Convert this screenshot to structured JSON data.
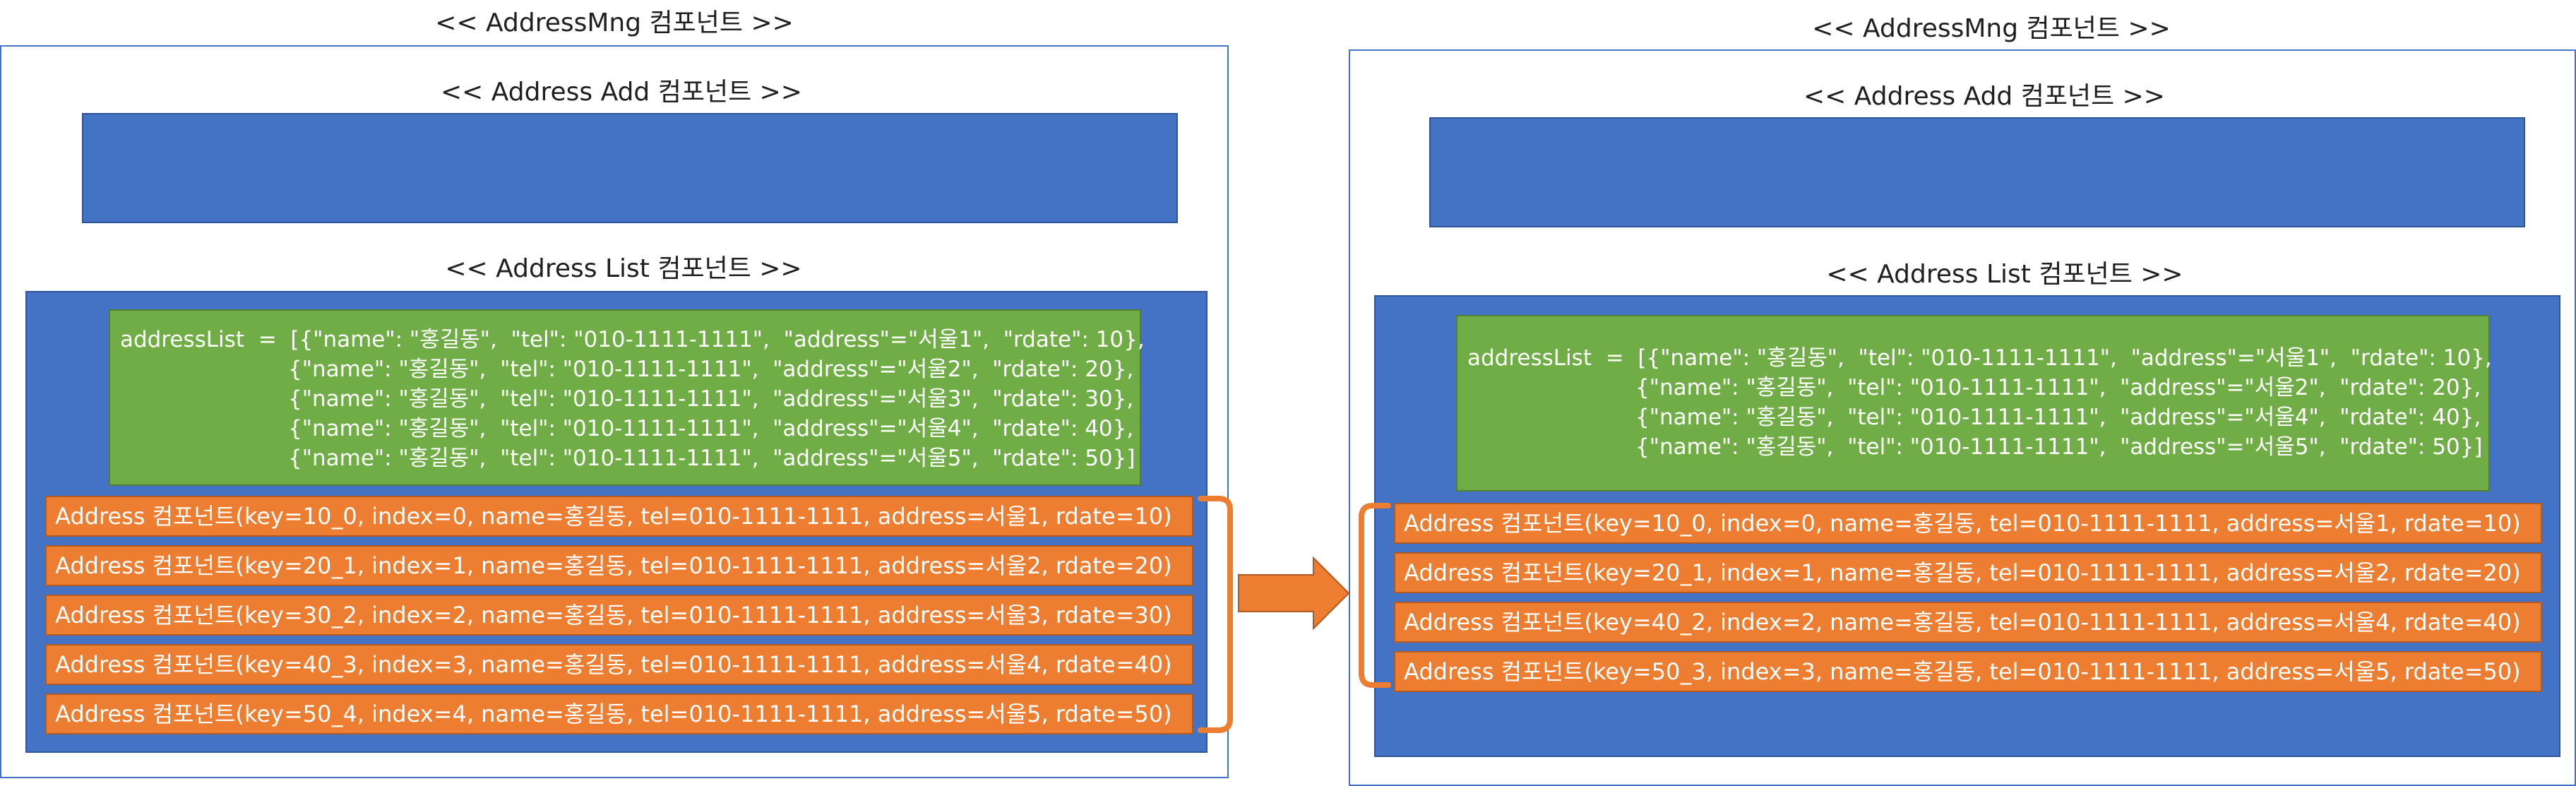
{
  "left": {
    "mng_title": "<< AddressMng 컴포넌트 >>",
    "add_title": "<< Address Add 컴포넌트 >>",
    "list_title": "<< Address List 컴포넌트 >>",
    "address_list": [
      "addressList  =  [{\"name\": \"홍길동\",  \"tel\": \"010-1111-1111\",  \"address\"=\"서울1\",  \"rdate\": 10},",
      "{\"name\": \"홍길동\",  \"tel\": \"010-1111-1111\",  \"address\"=\"서울2\",  \"rdate\": 20},",
      "{\"name\": \"홍길동\",  \"tel\": \"010-1111-1111\",  \"address\"=\"서울3\",  \"rdate\": 30},",
      "{\"name\": \"홍길동\",  \"tel\": \"010-1111-1111\",  \"address\"=\"서울4\",  \"rdate\": 40},",
      "{\"name\": \"홍길동\",  \"tel\": \"010-1111-1111\",  \"address\"=\"서울5\",  \"rdate\": 50}]"
    ],
    "rows": [
      "Address 컴포넌트(key=10_0, index=0, name=홍길동, tel=010-1111-1111, address=서울1, rdate=10)",
      "Address 컴포넌트(key=20_1, index=1, name=홍길동, tel=010-1111-1111, address=서울2, rdate=20)",
      "Address 컴포넌트(key=30_2, index=2, name=홍길동, tel=010-1111-1111, address=서울3, rdate=30)",
      "Address 컴포넌트(key=40_3, index=3, name=홍길동, tel=010-1111-1111, address=서울4, rdate=40)",
      "Address 컴포넌트(key=50_4, index=4, name=홍길동, tel=010-1111-1111, address=서울5, rdate=50)"
    ]
  },
  "right": {
    "mng_title": "<< AddressMng 컴포넌트 >>",
    "add_title": "<< Address Add 컴포넌트 >>",
    "list_title": "<< Address List 컴포넌트 >>",
    "address_list": [
      "addressList  =  [{\"name\": \"홍길동\",  \"tel\": \"010-1111-1111\",  \"address\"=\"서울1\",  \"rdate\": 10},",
      "{\"name\": \"홍길동\",  \"tel\": \"010-1111-1111\",  \"address\"=\"서울2\",  \"rdate\": 20},",
      "{\"name\": \"홍길동\",  \"tel\": \"010-1111-1111\",  \"address\"=\"서울4\",  \"rdate\": 40},",
      "{\"name\": \"홍길동\",  \"tel\": \"010-1111-1111\",  \"address\"=\"서울5\",  \"rdate\": 50}]"
    ],
    "rows": [
      "Address 컴포넌트(key=10_0, index=0, name=홍길동, tel=010-1111-1111, address=서울1, rdate=10)",
      "Address 컴포넌트(key=20_1, index=1, name=홍길동, tel=010-1111-1111, address=서울2, rdate=20)",
      "Address 컴포넌트(key=40_2, index=2, name=홍길동, tel=010-1111-1111, address=서울4, rdate=40)",
      "Address 컴포넌트(key=50_3, index=3, name=홍길동, tel=010-1111-1111, address=서울5, rdate=50)"
    ]
  },
  "colors": {
    "container_border": "#4472c4",
    "blue_fill": "#4472c4",
    "green_fill": "#70ad47",
    "orange_fill": "#ed7d31"
  }
}
